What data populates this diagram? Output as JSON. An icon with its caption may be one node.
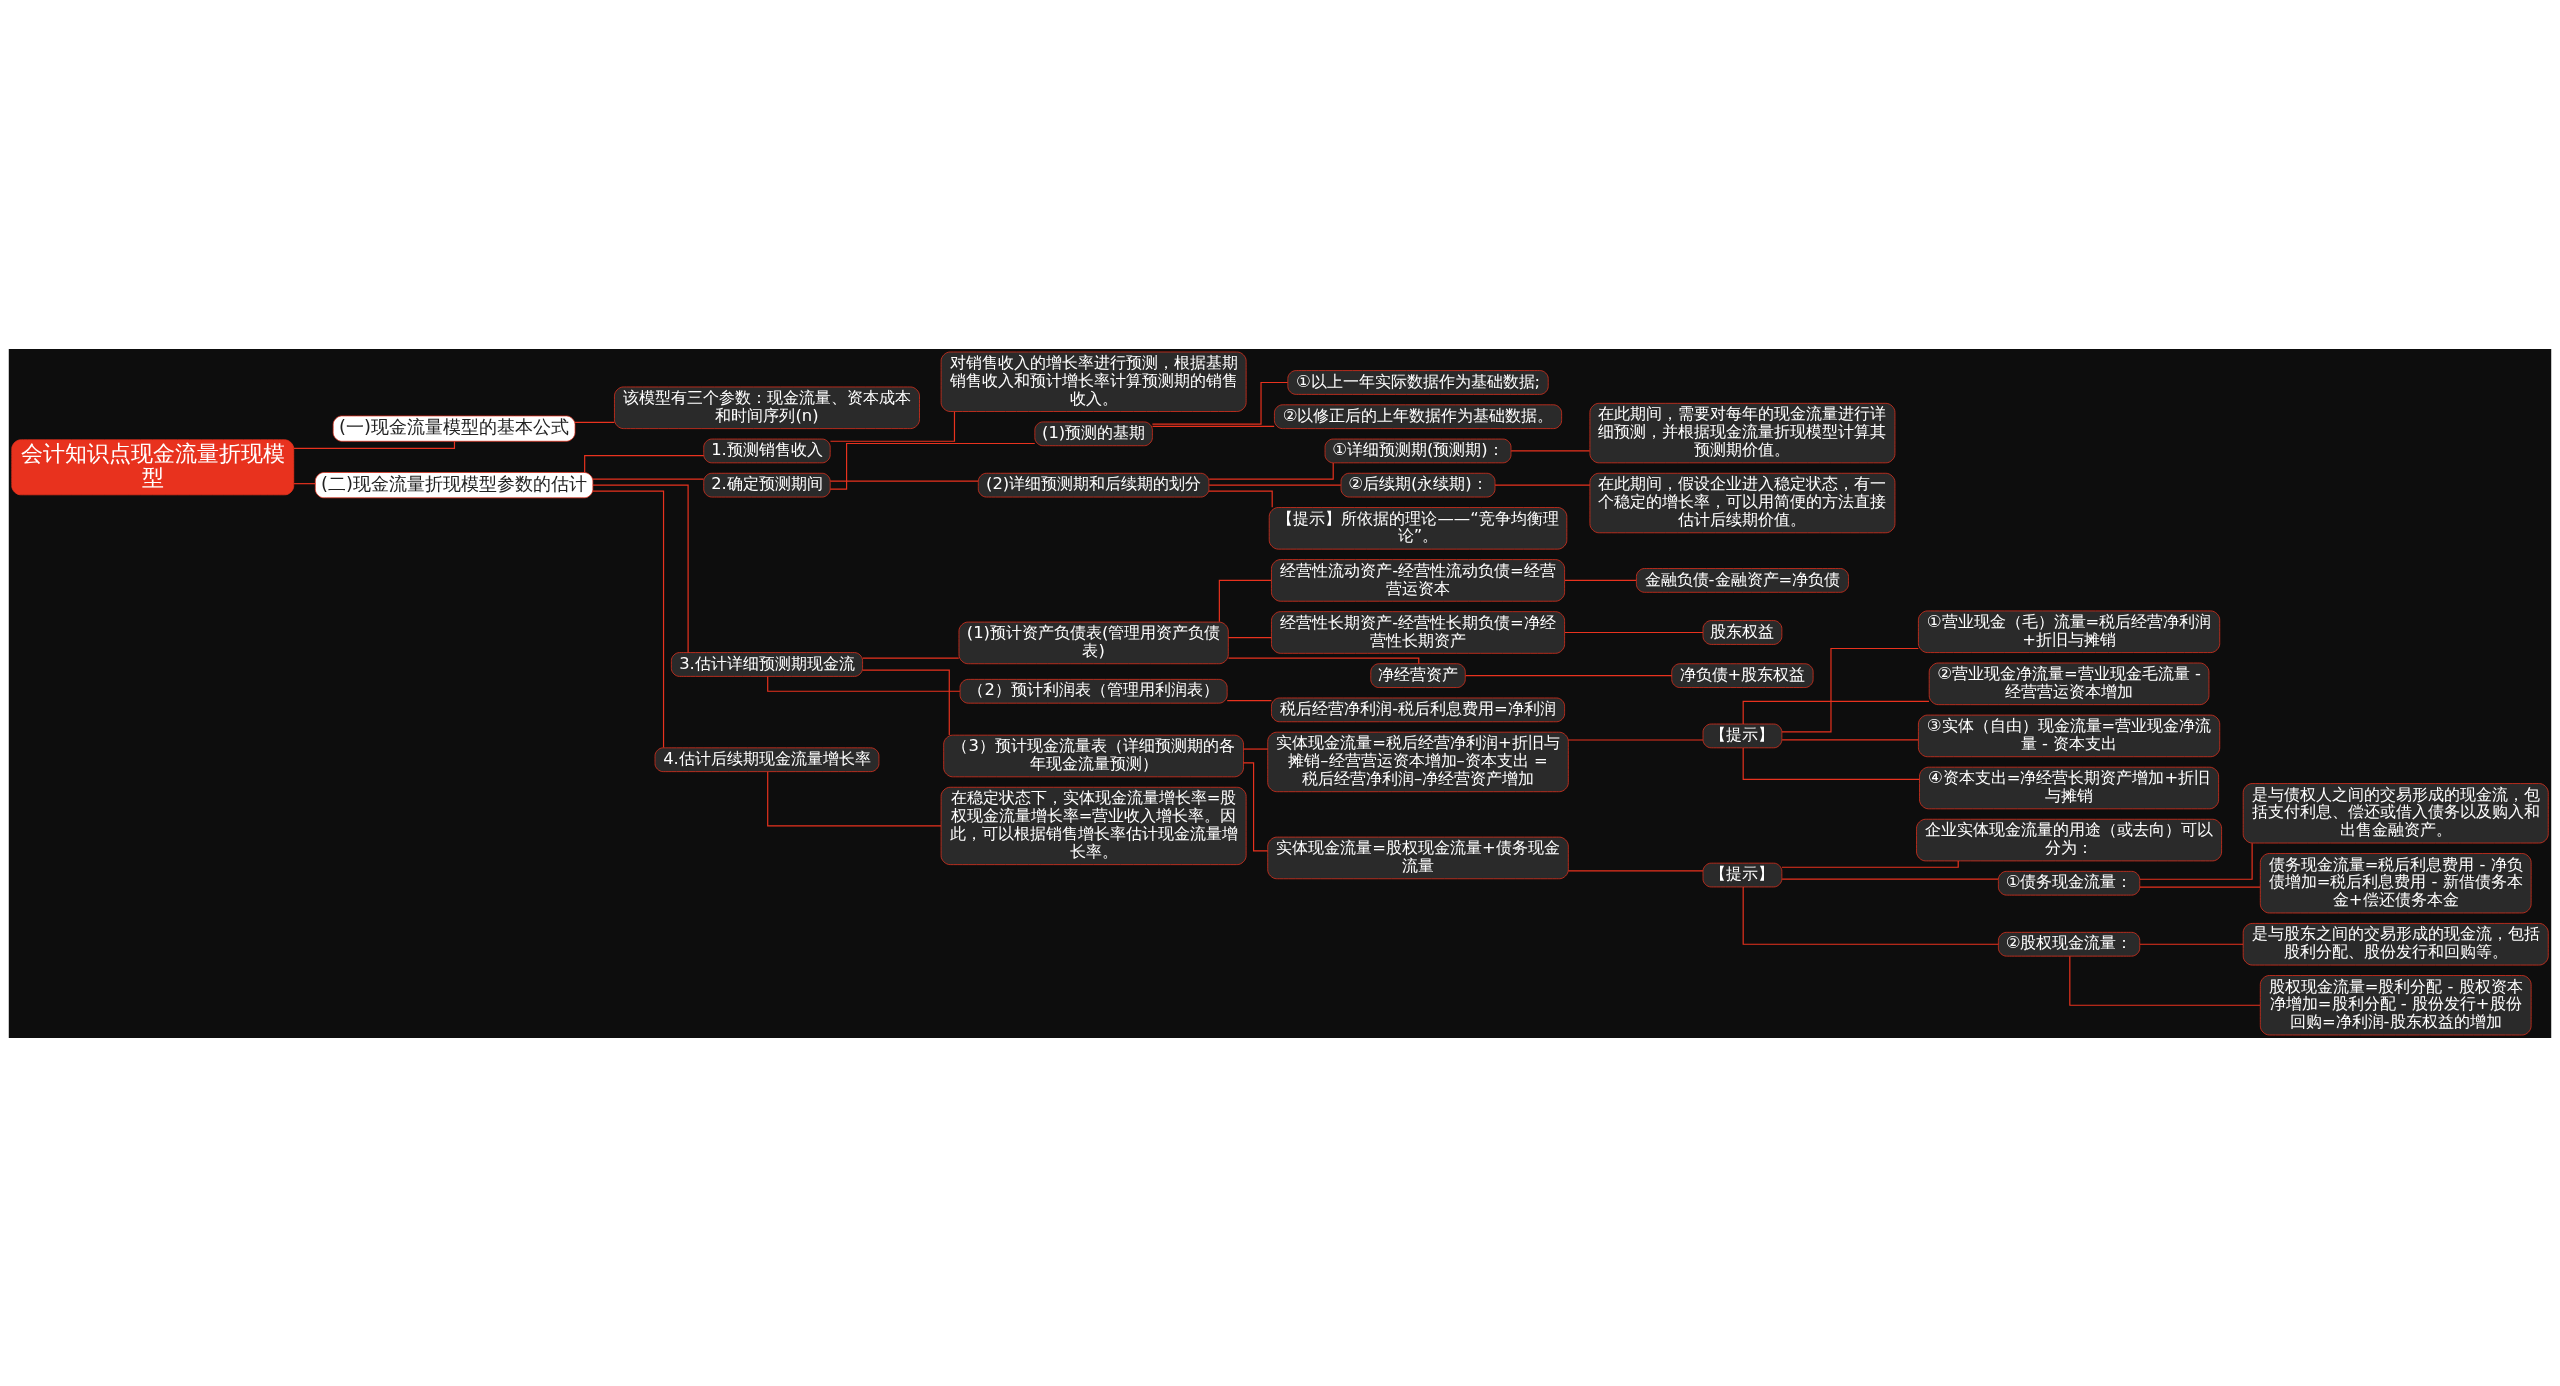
{
  "diagram": {
    "nodes": [
      {
        "text": [
          "会计知识点现金流量折现模型"
        ]
      },
      {
        "text": [
          "(一)现金流量模型的基本公式"
        ]
      },
      {
        "text": [
          "该模型有三个参数：现金流量、资本成本和时间序列(n)"
        ]
      },
      {
        "text": [
          "(二)现金流量折现模型参数的估计"
        ]
      },
      {
        "text": [
          "1.预测销售收入"
        ]
      },
      {
        "text": [
          "对销售收入的增长率进行预测，根据基期销售收入和预计增长率计算预测期的销售收入。"
        ]
      },
      {
        "text": [
          "2.确定预测期间"
        ]
      },
      {
        "text": [
          "(1)预测的基期"
        ]
      },
      {
        "text": [
          "①以上一年实际数据作为基础数据;"
        ]
      },
      {
        "text": [
          "②以修正后的上年数据作为基础数据。"
        ]
      },
      {
        "text": [
          "(2)详细预测期和后续期的划分"
        ]
      },
      {
        "text": [
          "①详细预测期(预测期)："
        ]
      },
      {
        "text": [
          "在此期间，需要对每年的现金流量进行详细预测，并根据现金流量折现模型计算其预测期价值。"
        ]
      },
      {
        "text": [
          "②后续期(永续期)："
        ]
      },
      {
        "text": [
          "在此期间，假设企业进入稳定状态，有一个稳定的增长率，可以用简便的方法直接估计后续期价值。"
        ]
      },
      {
        "text": [
          "【提示】所依据的理论——“竞争均衡理论”。"
        ]
      },
      {
        "text": [
          "3.估计详细预测期现金流"
        ]
      },
      {
        "text": [
          "(1)预计资产负债表(管理用资产负债表)"
        ]
      },
      {
        "text": [
          "经营性流动资产-经营性流动负债=经营营运资本"
        ]
      },
      {
        "text": [
          "金融负债-金融资产=净负债"
        ]
      },
      {
        "text": [
          "经营性长期资产-经营性长期负债=净经营性长期资产"
        ]
      },
      {
        "text": [
          "股东权益"
        ]
      },
      {
        "text": [
          "净经营资产"
        ]
      },
      {
        "text": [
          "净负债+股东权益"
        ]
      },
      {
        "text": [
          "（2）预计利润表（管理用利润表）"
        ]
      },
      {
        "text": [
          "税后经营净利润-税后利息费用=净利润"
        ]
      },
      {
        "text": [
          "（3）预计现金流量表（详细预测期的各年现金流量预测）"
        ]
      },
      {
        "text": [
          "实体现金流量=税后经营净利润+折旧与摊销–经营营运资本增加–资本支出 =税后经营净利润–净经营资产增加"
        ]
      },
      {
        "text": [
          "【提示】"
        ]
      },
      {
        "text": [
          "①营业现金（毛）流量=税后经营净利润+折旧与摊销"
        ]
      },
      {
        "text": [
          "②营业现金净流量=营业现金毛流量 - 经营营运资本增加"
        ]
      },
      {
        "text": [
          "③实体（自由）现金流量=营业现金净流量 - 资本支出"
        ]
      },
      {
        "text": [
          "④资本支出=净经营长期资产增加+折旧与摊销"
        ]
      },
      {
        "text": [
          "实体现金流量=股权现金流量+债务现金流量"
        ]
      },
      {
        "text": [
          "【提示】"
        ]
      },
      {
        "text": [
          "企业实体现金流量的用途（或去向）可以分为："
        ]
      },
      {
        "text": [
          "①债务现金流量："
        ]
      },
      {
        "text": [
          "是与债权人之间的交易形成的现金流，包括支付利息、偿还或借入债务以及购入和出售金融资产。"
        ]
      },
      {
        "text": [
          "债务现金流量=税后利息费用 - 净负债增加=税后利息费用 - 新借债务本金+偿还债务本金"
        ]
      },
      {
        "text": [
          "②股权现金流量："
        ]
      },
      {
        "text": [
          "是与股东之间的交易形成的现金流，包括股利分配、股份发行和回购等。"
        ]
      },
      {
        "text": [
          "股权现金流量=股利分配 - 股权资本净增加=股利分配 - 股份发行+股份回购=净利润-股东权益的增加"
        ]
      },
      {
        "text": [
          "4.估计后续期现金流量增长率"
        ]
      },
      {
        "text": [
          "在稳定状态下，实体现金流量增长率=股权现金流量增长率=营业收入增长率。因此，可以根据销售增长率估计现金流量增长率。"
        ]
      }
    ],
    "edges": [
      {
        "from": 0,
        "to": 1,
        "arrow": "none"
      },
      {
        "from": 1,
        "to": 2,
        "arrow": "none"
      },
      {
        "from": 0,
        "to": 3,
        "arrow": "none"
      },
      {
        "from": 3,
        "to": 4,
        "arrow": "none"
      },
      {
        "from": 4,
        "to": 5,
        "arrow": "none"
      },
      {
        "from": 3,
        "to": 6,
        "arrow": "none"
      },
      {
        "from": 6,
        "to": 7,
        "arrow": "none"
      },
      {
        "from": 7,
        "to": 8,
        "arrow": "none"
      },
      {
        "from": 7,
        "to": 9,
        "arrow": "none"
      },
      {
        "from": 6,
        "to": 10,
        "arrow": "none"
      },
      {
        "from": 10,
        "to": 11,
        "arrow": "none"
      },
      {
        "from": 11,
        "to": 12,
        "arrow": "none"
      },
      {
        "from": 10,
        "to": 13,
        "arrow": "none"
      },
      {
        "from": 13,
        "to": 14,
        "arrow": "none"
      },
      {
        "from": 10,
        "to": 15,
        "arrow": "none"
      },
      {
        "from": 3,
        "to": 16,
        "arrow": "none"
      },
      {
        "from": 16,
        "to": 17,
        "arrow": "none"
      },
      {
        "from": 17,
        "to": 18,
        "arrow": "none"
      },
      {
        "from": 18,
        "to": 19,
        "arrow": "none"
      },
      {
        "from": 17,
        "to": 20,
        "arrow": "none"
      },
      {
        "from": 20,
        "to": 21,
        "arrow": "none"
      },
      {
        "from": 17,
        "to": 22,
        "arrow": "none"
      },
      {
        "from": 22,
        "to": 23,
        "arrow": "none"
      },
      {
        "from": 16,
        "to": 24,
        "arrow": "none"
      },
      {
        "from": 24,
        "to": 25,
        "arrow": "none"
      },
      {
        "from": 16,
        "to": 26,
        "arrow": "none"
      },
      {
        "from": 26,
        "to": 27,
        "arrow": "none"
      },
      {
        "from": 27,
        "to": 28,
        "arrow": "none"
      },
      {
        "from": 28,
        "to": 29,
        "arrow": "none"
      },
      {
        "from": 28,
        "to": 30,
        "arrow": "none"
      },
      {
        "from": 28,
        "to": 31,
        "arrow": "none"
      },
      {
        "from": 28,
        "to": 32,
        "arrow": "none"
      },
      {
        "from": 26,
        "to": 33,
        "arrow": "none"
      },
      {
        "from": 33,
        "to": 34,
        "arrow": "none"
      },
      {
        "from": 34,
        "to": 35,
        "arrow": "none"
      },
      {
        "from": 34,
        "to": 36,
        "arrow": "none"
      },
      {
        "from": 36,
        "to": 37,
        "arrow": "none"
      },
      {
        "from": 36,
        "to": 38,
        "arrow": "none"
      },
      {
        "from": 34,
        "to": 39,
        "arrow": "none"
      },
      {
        "from": 39,
        "to": 40,
        "arrow": "none"
      },
      {
        "from": 39,
        "to": 41,
        "arrow": "none"
      },
      {
        "from": 3,
        "to": 42,
        "arrow": "none"
      },
      {
        "from": 42,
        "to": 43,
        "arrow": "none"
      }
    ]
  }
}
